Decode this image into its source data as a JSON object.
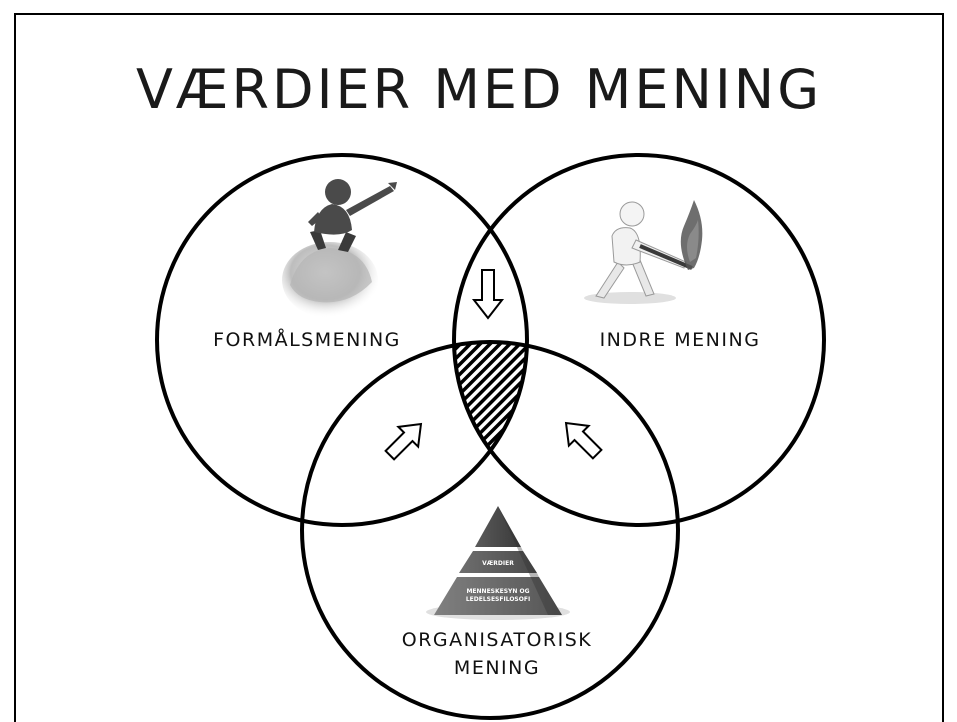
{
  "title": "VÆRDIER MED MENING",
  "circles": {
    "left_label": "FORMÅLSMENING",
    "right_label": "INDRE MENING",
    "bottom_label_line1": "ORGANISATORISK",
    "bottom_label_line2": "MENING"
  },
  "pyramid": {
    "top_label": "VÆRDIER",
    "bottom_label_line1": "MENNESKESYN OG",
    "bottom_label_line2": "LEDELSESFILOSOFI"
  },
  "colors": {
    "stroke": "#000000",
    "text": "#111111"
  }
}
